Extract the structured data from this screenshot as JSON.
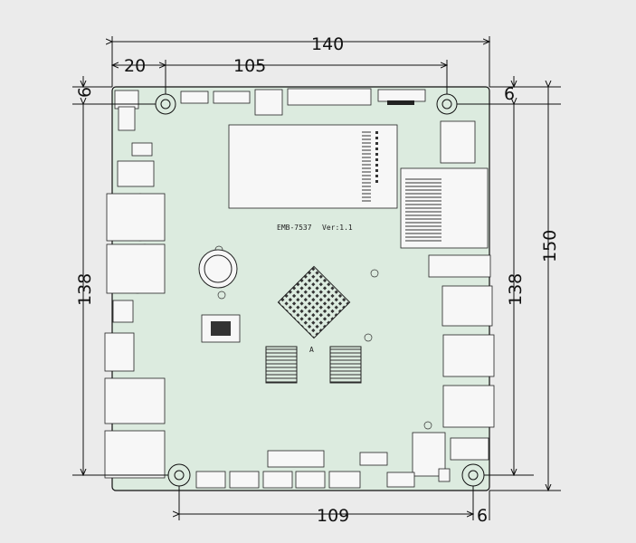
{
  "board": {
    "model": "EMB-7537",
    "version": "Ver:1.1",
    "fill_color": "#dcebdf",
    "chip_label": "A"
  },
  "dimensions": {
    "width": "140",
    "offset_left": "20",
    "hole_spacing_top": "105",
    "top_left_margin": "6",
    "top_right_margin": "6",
    "height": "150",
    "hole_spacing_left": "138",
    "hole_spacing_right": "138",
    "hole_spacing_bottom": "109",
    "bottom_right_margin": "6"
  }
}
